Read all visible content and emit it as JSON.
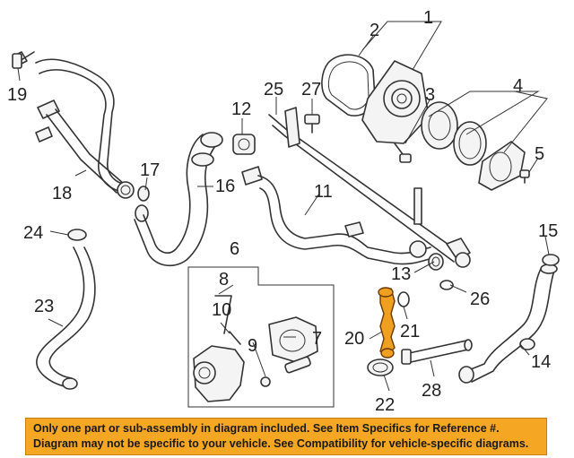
{
  "callouts": {
    "c1": "1",
    "c2": "2",
    "c3": "3",
    "c4": "4",
    "c5": "5",
    "c6": "6",
    "c7": "7",
    "c8": "8",
    "c9": "9",
    "c10": "10",
    "c11": "11",
    "c12": "12",
    "c13": "13",
    "c14": "14",
    "c15": "15",
    "c16": "16",
    "c17": "17",
    "c18": "18",
    "c19": "19",
    "c20": "20",
    "c21": "21",
    "c22": "22",
    "c23": "23",
    "c24": "24",
    "c25": "25",
    "c26": "26",
    "c27": "27",
    "c28": "28"
  },
  "highlight_color": "#f0a020",
  "notice": {
    "line1": "Only one part or sub-assembly in diagram included. See Item Specifics for Reference #.",
    "line2": "Diagram may not be specific to your vehicle. See Compatibility for vehicle-specific diagrams.",
    "background": "#f5a623"
  }
}
